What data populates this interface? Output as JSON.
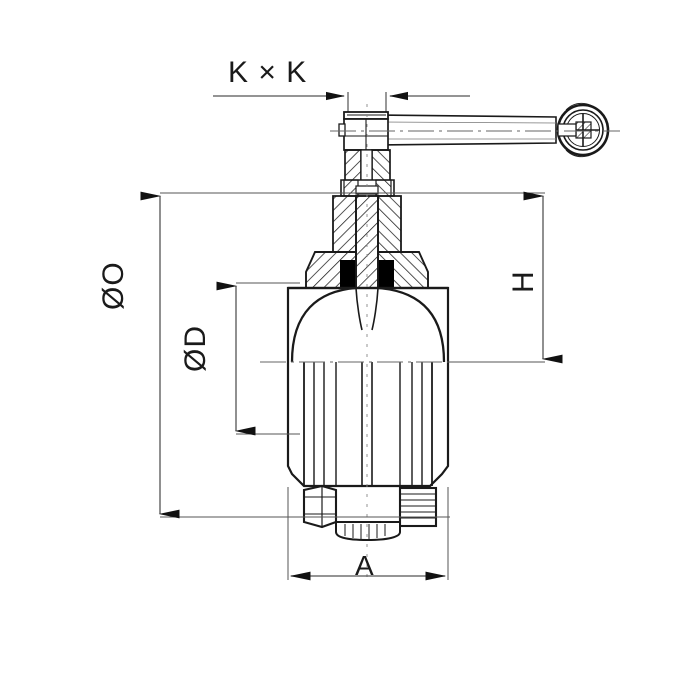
{
  "drawing": {
    "title": "Butterfly Valve Sectional Drawing",
    "type": "technical-engineering-drawing",
    "view": "front sectional elevation",
    "background_color": "#ffffff",
    "line_color": "#1a1a1a",
    "dimension_line_color": "#555555"
  },
  "dimensions": {
    "kk": {
      "label": "K × K",
      "orientation": "horizontal",
      "arrow_style": "outward",
      "position": "top",
      "describes": "square stem / mounting pad across flats"
    },
    "o": {
      "label": "ØO",
      "orientation": "vertical-rotated",
      "arrow_style": "inward",
      "position": "far-left",
      "describes": "overall outside diameter"
    },
    "d": {
      "label": "ØD",
      "orientation": "vertical-rotated",
      "arrow_style": "inward",
      "position": "left",
      "describes": "nominal bore diameter"
    },
    "h": {
      "label": "H",
      "orientation": "vertical-rotated",
      "arrow_style": "inward",
      "position": "right",
      "describes": "height from centerline to top of body"
    },
    "a": {
      "label": "A",
      "orientation": "horizontal",
      "arrow_style": "outward",
      "position": "bottom",
      "describes": "face-to-face / body width"
    }
  },
  "components": [
    {
      "name": "hand-lever-handle",
      "note": "pull handle extending right from stem"
    },
    {
      "name": "handle-grip-knob",
      "note": "round knurled grip at end of lever"
    },
    {
      "name": "stem-housing",
      "note": "hatched section column above body"
    },
    {
      "name": "valve-body",
      "note": "main hatched body with tapered flange"
    },
    {
      "name": "butterfly-disc",
      "note": "curved disc profile inside bore"
    },
    {
      "name": "valve-stem",
      "note": "central hatched shaft"
    },
    {
      "name": "seal-ring",
      "note": "solid black elastomeric seal block"
    },
    {
      "name": "hex-nut",
      "note": "hex fastener at bottom left"
    },
    {
      "name": "knurled-knob",
      "note": "ribbed adjuster at bottom right"
    },
    {
      "name": "bottom-cap",
      "note": "small ribbed end cap beneath body"
    },
    {
      "name": "centerline",
      "note": "dash-dot horizontal axis"
    },
    {
      "name": "vertical-centerline",
      "note": "dash-dot vertical axis"
    }
  ]
}
